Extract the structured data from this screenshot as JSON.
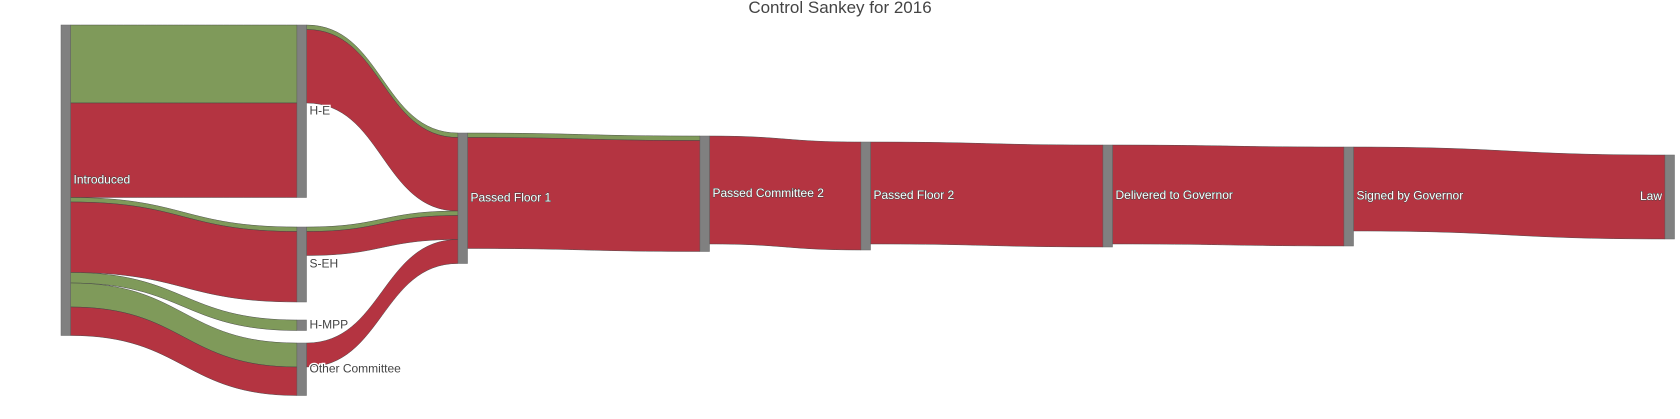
{
  "chart_data": {
    "type": "sankey",
    "title": "Control Sankey for 2016",
    "colors": {
      "node": "#808080",
      "passed": "#7f9a5a",
      "failed": "#b43441",
      "link_stroke": "#444444"
    },
    "nodes": [
      {
        "id": "introduced",
        "label": "Introduced"
      },
      {
        "id": "he",
        "label": "H-E"
      },
      {
        "id": "seh",
        "label": "S-EH"
      },
      {
        "id": "hmpp",
        "label": "H-MPP"
      },
      {
        "id": "other",
        "label": "Other Committee"
      },
      {
        "id": "pf1",
        "label": "Passed Floor 1"
      },
      {
        "id": "pc2",
        "label": "Passed Committee 2"
      },
      {
        "id": "pf2",
        "label": "Passed Floor 2"
      },
      {
        "id": "dg",
        "label": "Delivered to Governor"
      },
      {
        "id": "sg",
        "label": "Signed by Governor"
      },
      {
        "id": "law",
        "label": "Law"
      }
    ],
    "links": [
      {
        "source": "introduced",
        "target": "he",
        "value": 52,
        "status": "passed"
      },
      {
        "source": "introduced",
        "target": "he",
        "value": 63,
        "status": "failed"
      },
      {
        "source": "introduced",
        "target": "seh",
        "value": 3,
        "status": "passed"
      },
      {
        "source": "introduced",
        "target": "seh",
        "value": 47,
        "status": "failed"
      },
      {
        "source": "introduced",
        "target": "hmpp",
        "value": 7,
        "status": "passed"
      },
      {
        "source": "introduced",
        "target": "other",
        "value": 16,
        "status": "passed"
      },
      {
        "source": "introduced",
        "target": "other",
        "value": 19,
        "status": "failed"
      },
      {
        "source": "he",
        "target": "pf1",
        "value": 3,
        "status": "passed"
      },
      {
        "source": "he",
        "target": "pf1",
        "value": 49,
        "status": "failed"
      },
      {
        "source": "seh",
        "target": "pf1",
        "value": 3,
        "status": "passed"
      },
      {
        "source": "seh",
        "target": "pf1",
        "value": 16,
        "status": "failed"
      },
      {
        "source": "other",
        "target": "pf1",
        "value": 16,
        "status": "failed"
      },
      {
        "source": "pf1",
        "target": "pc2",
        "value": 3,
        "status": "passed"
      },
      {
        "source": "pf1",
        "target": "pc2",
        "value": 74,
        "status": "failed"
      },
      {
        "source": "pc2",
        "target": "pf2",
        "value": 72,
        "status": "failed"
      },
      {
        "source": "pf2",
        "target": "dg",
        "value": 68,
        "status": "failed"
      },
      {
        "source": "dg",
        "target": "sg",
        "value": 66,
        "status": "failed"
      },
      {
        "source": "sg",
        "target": "law",
        "value": 56,
        "status": "failed"
      }
    ]
  }
}
